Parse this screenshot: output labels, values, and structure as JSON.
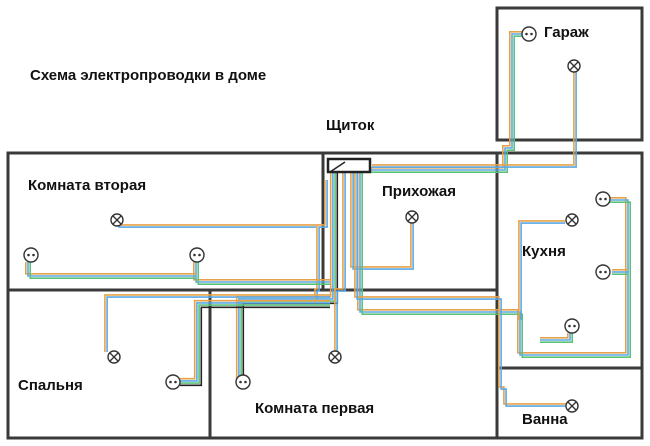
{
  "title": "Схема электропроводки в доме",
  "panel_label": "Щиток",
  "rooms": {
    "garage": "Гараж",
    "room_two": "Комната вторая",
    "hallway": "Прихожая",
    "kitchen": "Кухня",
    "bedroom": "Спальня",
    "room_one": "Комната первая",
    "bath": "Ванна"
  },
  "wire_colors": {
    "phase": "#e6a24a",
    "neutral": "#5aa9e6",
    "ground": "#5cc27a",
    "dark": "#222222",
    "wall": "#3a3a3a"
  }
}
